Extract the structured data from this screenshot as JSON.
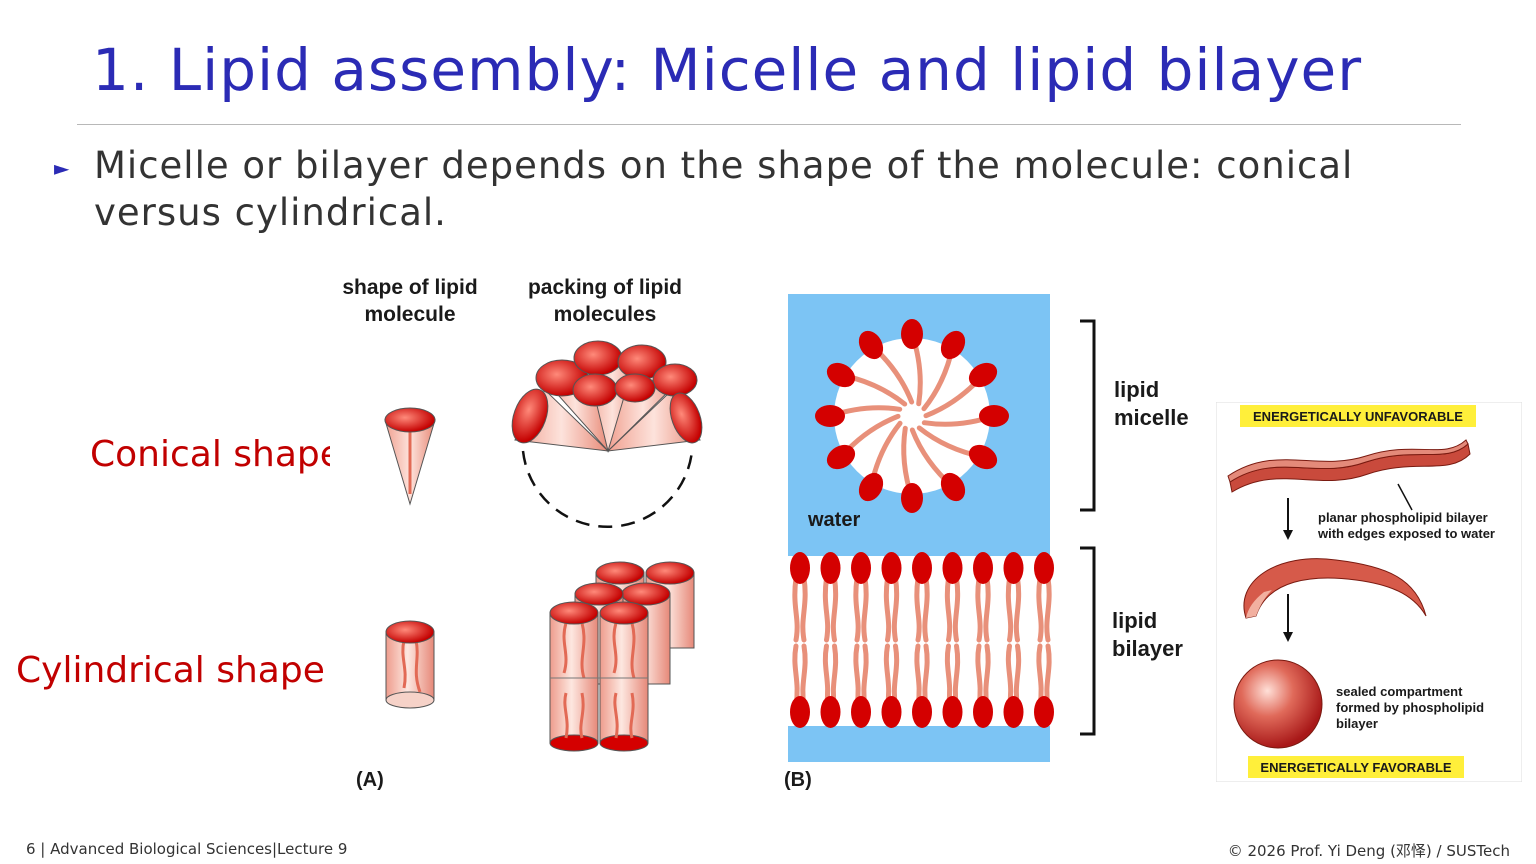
{
  "slide": {
    "title": "1. Lipid assembly: Micelle and lipid bilayer",
    "bullet_marker": "►",
    "bullet": "Micelle or bilayer depends on the shape of the molecule: conical versus cylindrical.",
    "left_labels": {
      "conical": "Conical shape",
      "cylindrical": "Cylindrical shape"
    }
  },
  "figure_a": {
    "col1_line1": "shape of lipid",
    "col1_line2": "molecule",
    "col2_line1": "packing of lipid",
    "col2_line2": "molecules",
    "panel_label": "(A)"
  },
  "figure_b": {
    "water": "water",
    "micelle_line1": "lipid",
    "micelle_line2": "micelle",
    "bilayer_line1": "lipid",
    "bilayer_line2": "bilayer",
    "panel_label": "(B)"
  },
  "figure_c": {
    "unfavorable": "ENERGETICALLY UNFAVORABLE",
    "planar_line1": "planar phospholipid bilayer",
    "planar_line2": "with edges exposed to water",
    "sealed_line1": "sealed compartment",
    "sealed_line2": "formed by phospholipid",
    "sealed_line3": "bilayer",
    "favorable": "ENERGETICALLY FAVORABLE"
  },
  "footer": {
    "left": "6 | Advanced Biological Sciences|Lecture 9",
    "right": "© 2026 Prof. Yi Deng (邓怿) / SUSTech"
  },
  "colors": {
    "title": "#2b2bb5",
    "shape_label": "#c10000",
    "lipid_head": "#d40000",
    "lipid_tail": "#e8907a",
    "water": "#7cc4f4",
    "highlight": "#ffef3a"
  }
}
